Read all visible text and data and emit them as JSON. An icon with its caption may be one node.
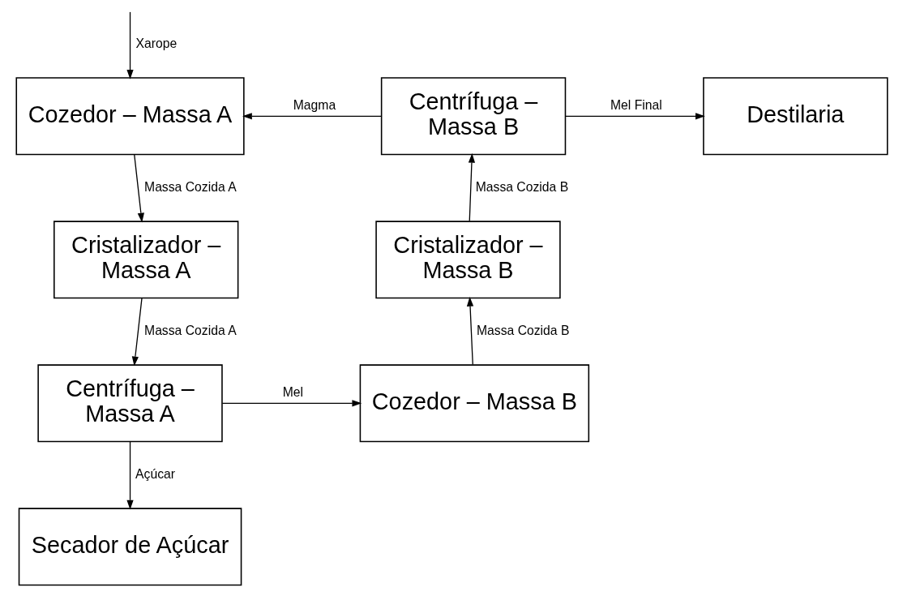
{
  "diagram": {
    "nodes": [
      {
        "text": [
          "Cozedor – Massa A"
        ]
      },
      {
        "text": [
          "Centrífuga – Massa B"
        ]
      },
      {
        "text": [
          "Destilaria"
        ]
      },
      {
        "text": [
          "Cristalizador – Massa A"
        ]
      },
      {
        "text": [
          "Cristalizador – Massa B"
        ]
      },
      {
        "text": [
          "Centrífuga – Massa A"
        ]
      },
      {
        "text": [
          "Cozedor – Massa B"
        ]
      },
      {
        "text": [
          "Secador de Açúcar"
        ]
      }
    ],
    "edges": [
      {
        "from": null,
        "to": 0,
        "arrow": "to",
        "label": "Xarope"
      },
      {
        "from": 1,
        "to": 0,
        "arrow": "to",
        "label": "Magma"
      },
      {
        "from": 1,
        "to": 2,
        "arrow": "to",
        "label": "Mel Final"
      },
      {
        "from": 0,
        "to": 3,
        "arrow": "to",
        "label": "Massa Cozida A"
      },
      {
        "from": 3,
        "to": 5,
        "arrow": "to",
        "label": "Massa Cozida A"
      },
      {
        "from": 5,
        "to": 6,
        "arrow": "to",
        "label": "Mel"
      },
      {
        "from": 4,
        "to": 1,
        "arrow": "to",
        "label": "Massa Cozida B"
      },
      {
        "from": 6,
        "to": 4,
        "arrow": "to",
        "label": "Massa Cozida B"
      },
      {
        "from": 5,
        "to": 7,
        "arrow": "to",
        "label": "Açúcar"
      }
    ]
  }
}
